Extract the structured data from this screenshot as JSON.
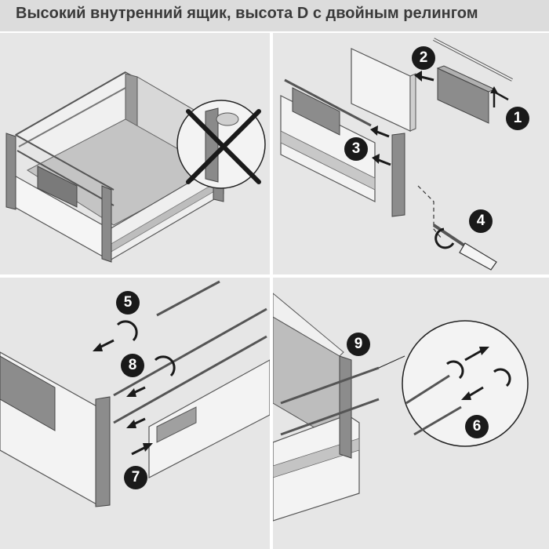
{
  "title": "Высокий внутренний ящик, высота D с двойным релингом",
  "colors": {
    "panel_bg": "#e6e6e6",
    "drawer_fill": "#f2f2f2",
    "drawer_shade": "#a9a9a9",
    "side_dark": "#8c8c8c",
    "line": "#4a4a4a",
    "badge": "#1a1a1a",
    "cross": "#1a1a1a"
  },
  "steps": {
    "s1": "1",
    "s2": "2",
    "s3": "3",
    "s4": "4",
    "s5": "5",
    "s6": "6",
    "s7": "7",
    "s8": "8",
    "s9": "9"
  },
  "icons": {
    "cross": "cross-icon",
    "arrow": "arrow-icon",
    "rotate": "rotate-arrow-icon",
    "screwdriver": "screwdriver-icon",
    "magnifier": "magnifier-circle-icon"
  }
}
